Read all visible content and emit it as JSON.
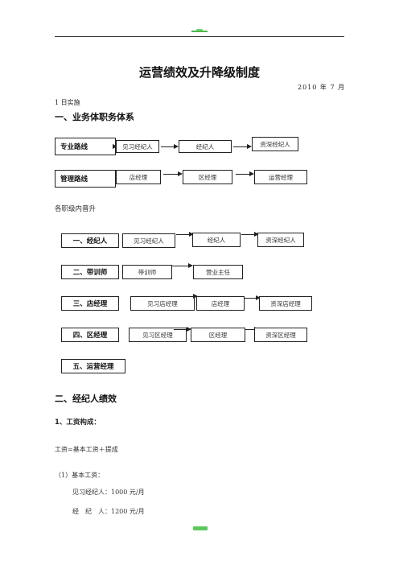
{
  "title": "运营绩效及升降级制度",
  "date_line1": "2010 年 7 月",
  "date_line2": "1 日实施",
  "section1": "一、业务体职务体系",
  "career_paths": [
    {
      "label": "专业路线",
      "steps": [
        "见习经纪人",
        "经纪人",
        "资深经纪人"
      ]
    },
    {
      "label": "管理路线",
      "steps": [
        "店经理",
        "区经理",
        "运营经理"
      ]
    }
  ],
  "promotion_heading": "各职级内晋升",
  "promotion_rows": [
    {
      "label": "一、经纪人",
      "steps": [
        "见习经纪人",
        "经纪人",
        "资深经纪人"
      ]
    },
    {
      "label": "二、带训师",
      "steps": [
        "带训师",
        "营业主任"
      ]
    },
    {
      "label": "三、店经理",
      "steps": [
        "见习店经理",
        "店经理",
        "资深店经理"
      ]
    },
    {
      "label": "四、区经理",
      "steps": [
        "见习区经理",
        "区经理",
        "资深区经理"
      ]
    },
    {
      "label": "五、运营经理",
      "steps": []
    }
  ],
  "section2": "二、经纪人绩效",
  "subsection1": "1、工资构成：",
  "formula": "工资=基本工资＋提成",
  "base_salary_heading": "（1）基本工资：",
  "salaries": [
    {
      "role": "见习经纪人：",
      "amount": "1000 元/月"
    },
    {
      "role": "经　纪　人：",
      "amount": "1200 元/月"
    }
  ],
  "colors": {
    "header_mark": "#4bb94b",
    "footer_mark": "#5cc95c"
  }
}
